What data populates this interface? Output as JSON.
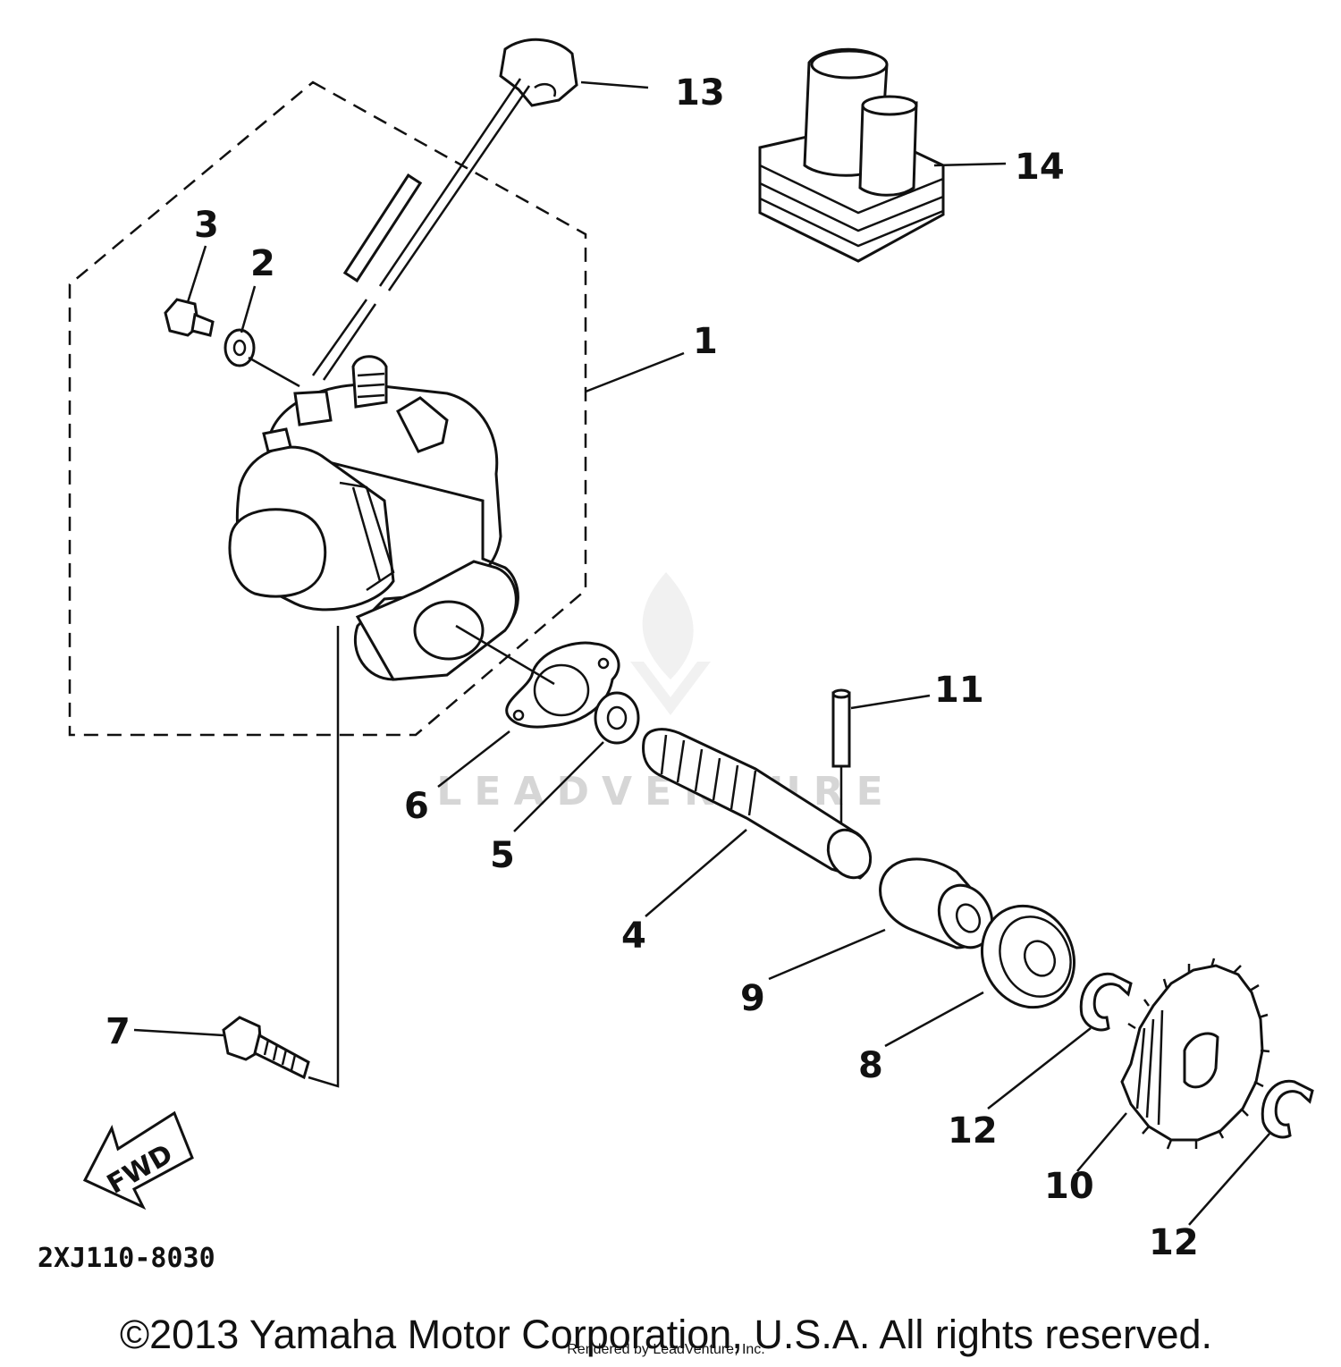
{
  "callouts": {
    "c1": "1",
    "c2": "2",
    "c3": "3",
    "c4": "4",
    "c5": "5",
    "c6": "6",
    "c7": "7",
    "c8": "8",
    "c9": "9",
    "c10": "10",
    "c11": "11",
    "c12a": "12",
    "c12b": "12",
    "c13": "13",
    "c14": "14"
  },
  "diagram_code": "2XJ110-8030",
  "fwd_arrow_label": "FWD",
  "watermark": "LEADVENTURE",
  "copyright": "©2013 Yamaha Motor Corporation, U.S.A. All rights reserved.",
  "rendered_by": "Rendered by LeadVenture, Inc."
}
